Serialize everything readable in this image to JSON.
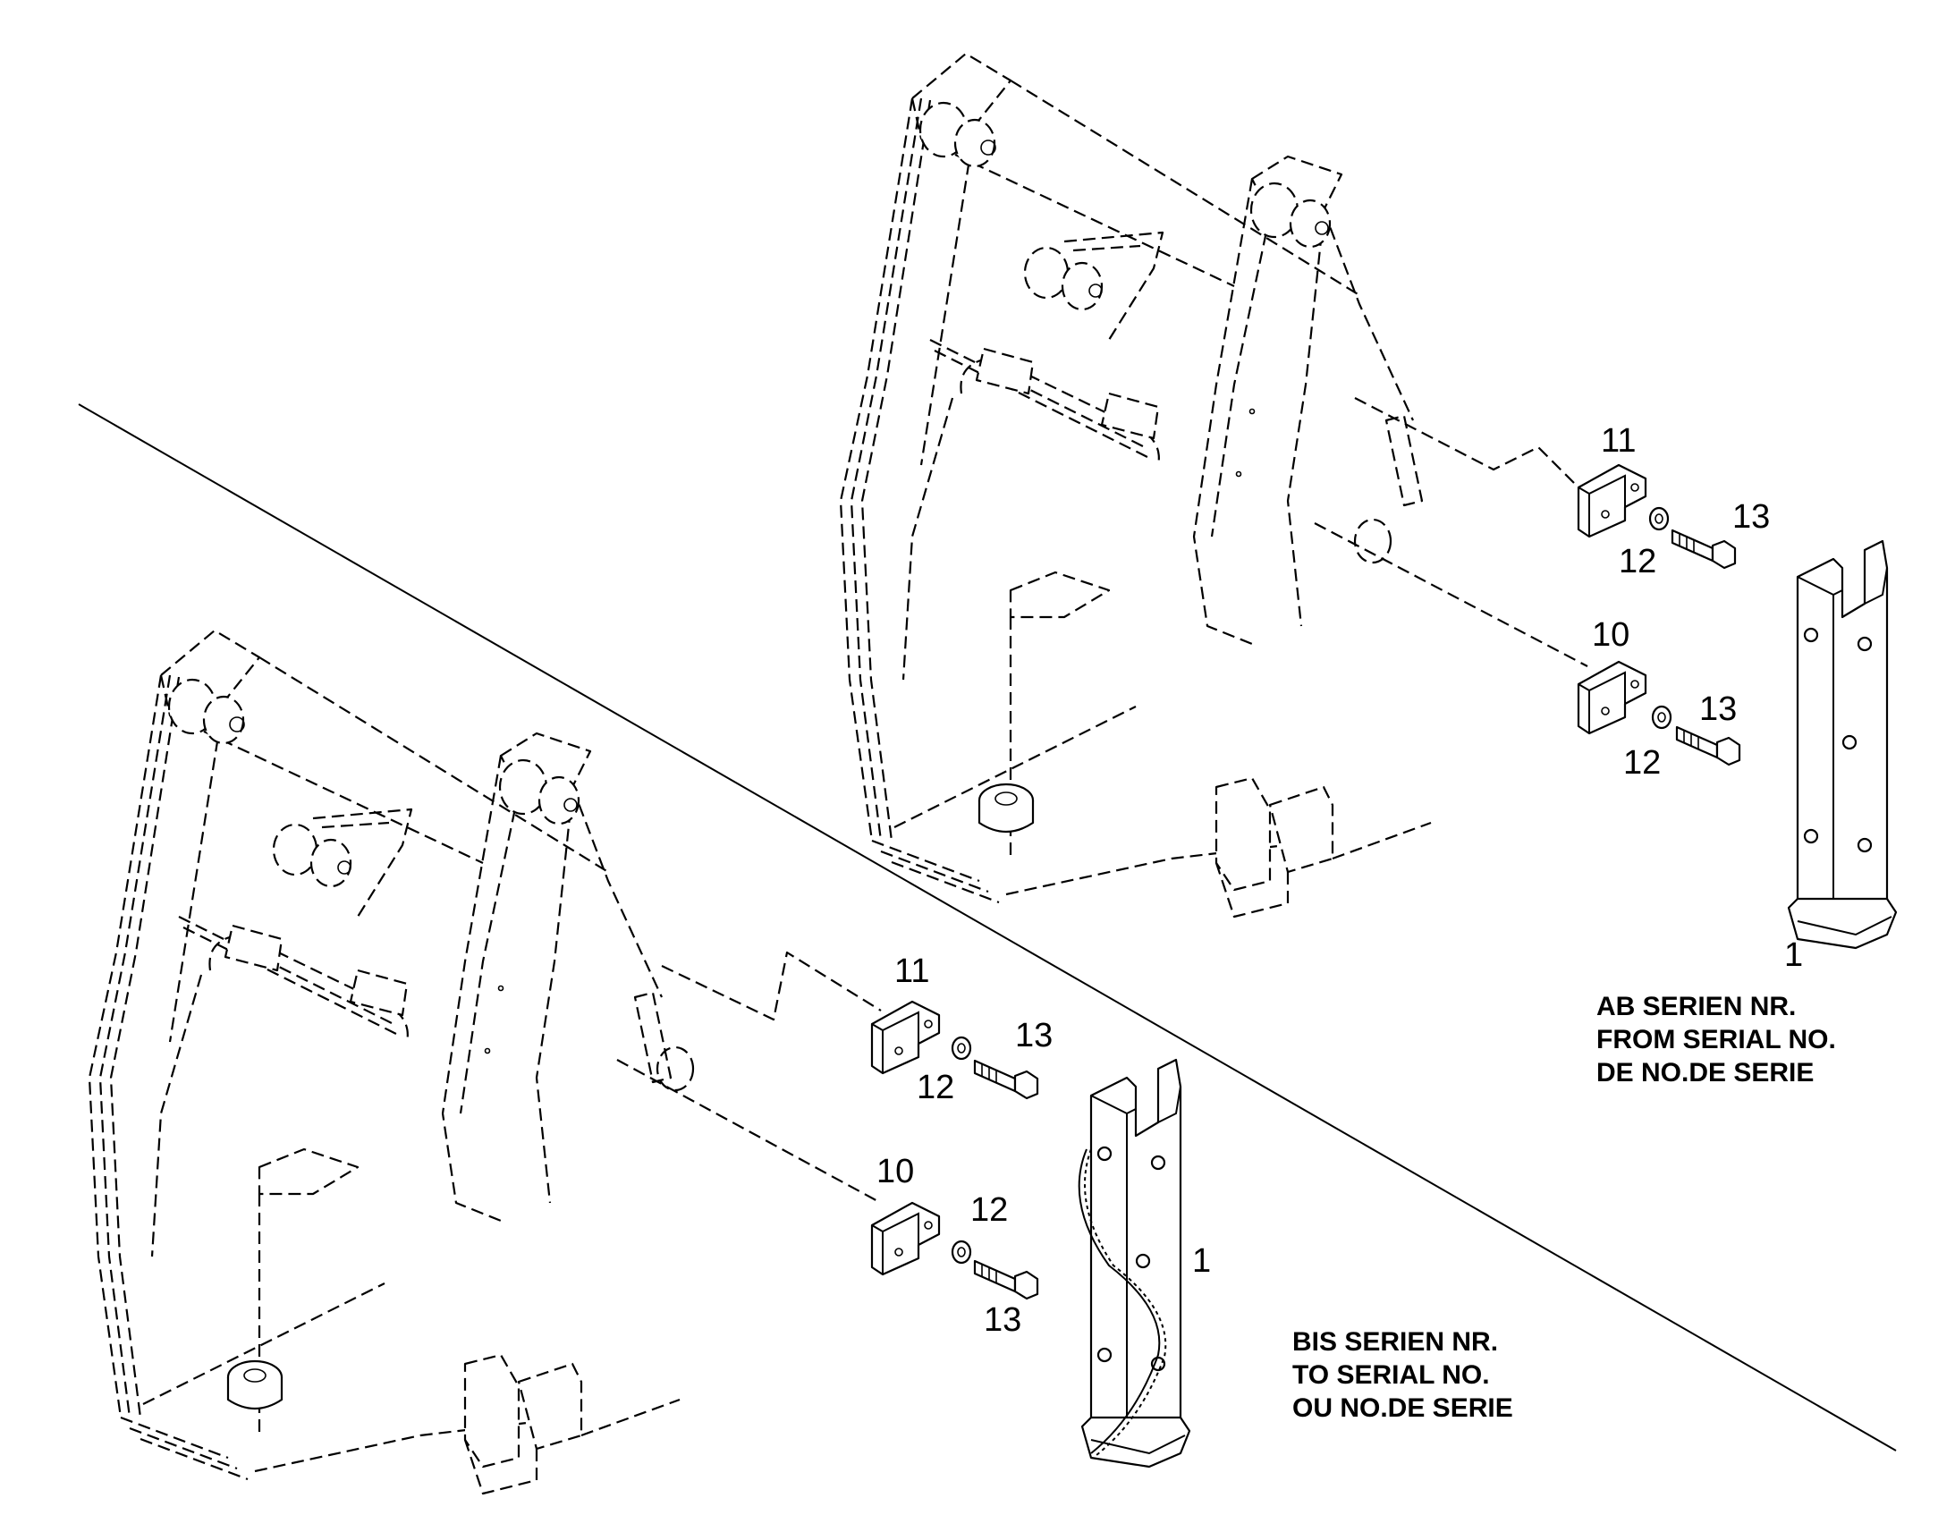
{
  "callouts": {
    "upper": {
      "bracket_top": "11",
      "washer_top": "12",
      "bolt_top": "13",
      "bracket_bottom": "10",
      "washer_bottom": "12",
      "bolt_bottom": "13",
      "guard": "1"
    },
    "lower": {
      "bracket_top": "11",
      "washer_top": "12",
      "bolt_top": "13",
      "bracket_bottom": "10",
      "washer_bottom": "12",
      "bolt_bottom": "13",
      "guard": "1"
    }
  },
  "notes": {
    "from_serial": [
      "AB SERIEN NR.",
      "FROM SERIAL NO.",
      "DE NO.DE SERIE"
    ],
    "to_serial": [
      "BIS SERIEN NR.",
      "TO SERIAL NO.",
      "OU NO.DE SERIE"
    ]
  }
}
